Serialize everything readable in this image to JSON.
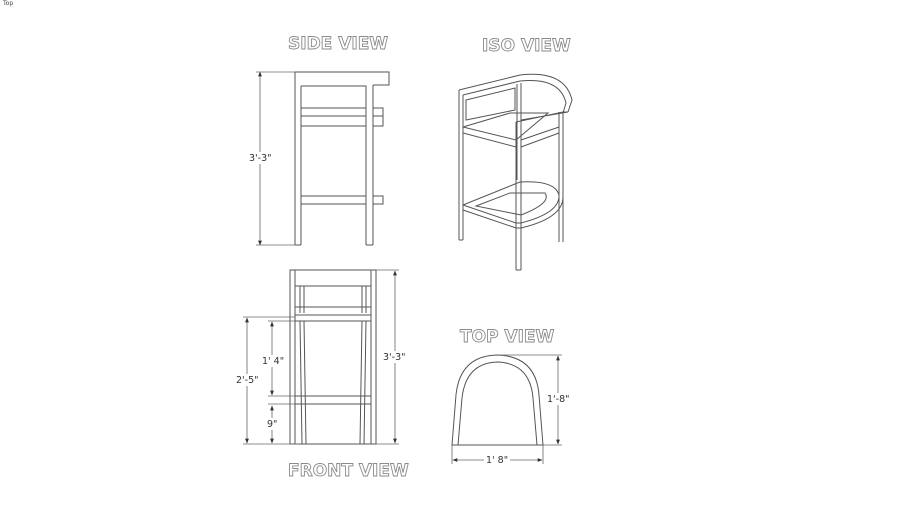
{
  "scene": {
    "label": "Top"
  },
  "views": {
    "side": {
      "title": "SIDE VIEW",
      "dimensions": {
        "height": "3'-3\""
      }
    },
    "iso": {
      "title": "ISO VIEW"
    },
    "front": {
      "title": "FRONT VIEW",
      "dimensions": {
        "overall_height": "3'-3\"",
        "seat_height": "2'-5\"",
        "seat_to_footrest": "1' 4\"",
        "footrest_height": "9\""
      }
    },
    "top": {
      "title": "TOP VIEW",
      "dimensions": {
        "depth": "1'-8\"",
        "width": "1' 8\""
      }
    }
  },
  "colors": {
    "line": "#555555",
    "title_outline": "#8a8a8a",
    "background": "#ffffff"
  }
}
